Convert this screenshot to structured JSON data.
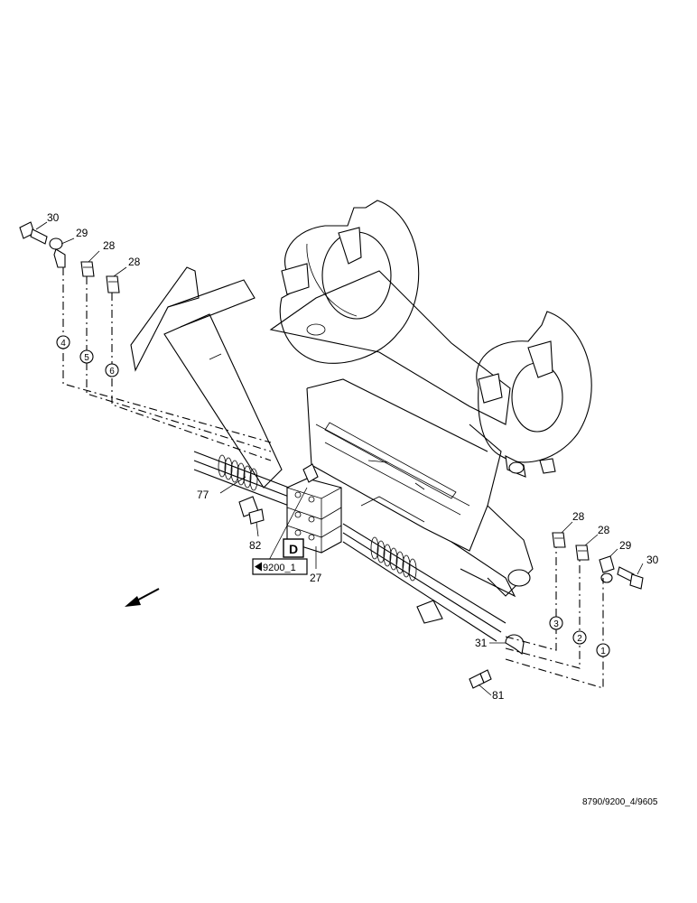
{
  "diagram": {
    "callouts_left": {
      "c30": "30",
      "c29": "29",
      "c28a": "28",
      "c28b": "28"
    },
    "callouts_right": {
      "c28a": "28",
      "c28b": "28",
      "c29": "29",
      "c30": "30"
    },
    "callouts_center": {
      "c77": "77",
      "c82": "82",
      "c27": "27",
      "c31": "31",
      "c81": "81"
    },
    "line_markers": {
      "m1": "1",
      "m2": "2",
      "m3": "3",
      "m4": "4",
      "m5": "5",
      "m6": "6"
    },
    "detail_letter": "D",
    "page_reference": "9200_1",
    "sheet_id": "8790/9200_4/9605"
  }
}
